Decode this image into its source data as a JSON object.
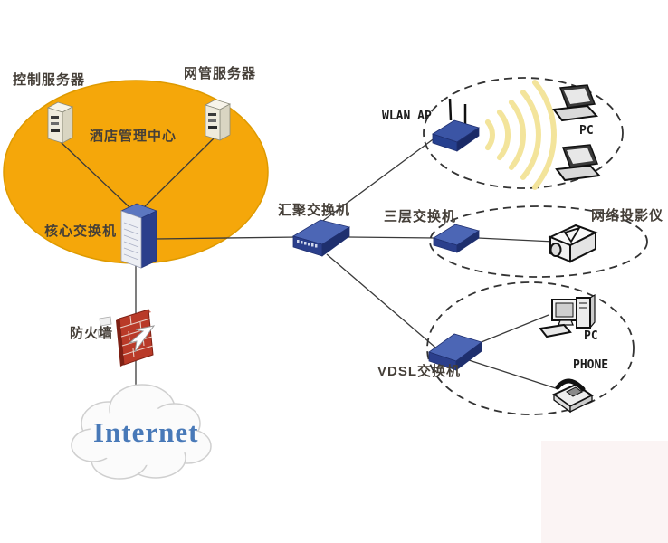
{
  "labels": {
    "control_server": "控制服务器",
    "nms_server": "网管服务器",
    "hotel_management_center": "酒店管理中心",
    "core_switch": "核心交换机",
    "aggregation_switch": "汇聚交换机",
    "layer3_switch": "三层交换机",
    "network_projector": "网络投影仪",
    "vdsl_switch": "VDSL交换机",
    "firewall": "防火墙",
    "wlan_ap": "WLAN AP",
    "wlan_pc": "PC",
    "vdsl_pc": "PC",
    "vdsl_phone": "PHONE",
    "internet": "Internet"
  },
  "colors": {
    "management_zone_fill": "#F5A70A",
    "management_zone_border": "#DE9A00",
    "device_blue_top": "#4C66B5",
    "device_blue_front": "#2B3F8C",
    "device_blue_side": "#1E2F6E",
    "firewall_red": "#B93A28",
    "wifi_signal": "#F3E49B",
    "internet_text": "#4879B8",
    "connection_line": "#3A3A3A",
    "zone_dash": "#333333"
  }
}
